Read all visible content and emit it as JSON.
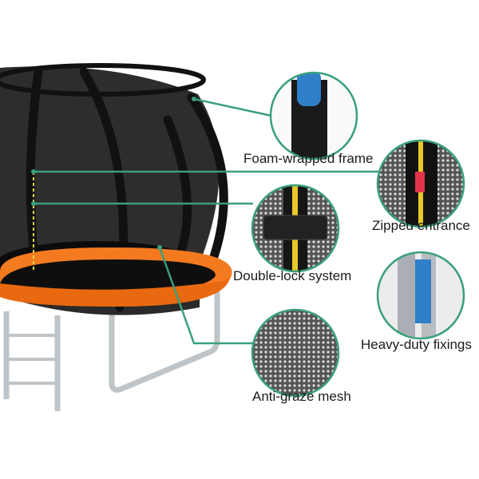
{
  "colors": {
    "accent": "#3a9f7c",
    "pad": "#f47a1f",
    "net": "#1b1b1b"
  },
  "features": [
    {
      "label": "Foam-wrapped frame",
      "icon": "foam-frame-closeup"
    },
    {
      "label": "Zipped entrance",
      "icon": "zipper-closeup"
    },
    {
      "label": "Double-lock system",
      "icon": "buckle-closeup"
    },
    {
      "label": "Heavy-duty fixings",
      "icon": "pole-fixing-closeup"
    },
    {
      "label": "Anti-graze mesh",
      "icon": "mesh-closeup"
    }
  ]
}
